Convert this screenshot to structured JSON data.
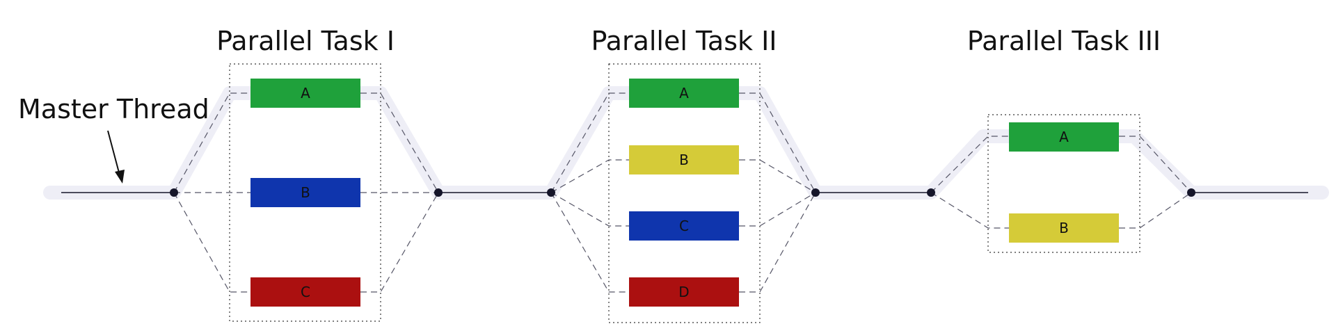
{
  "master_label": "Master Thread",
  "colors": {
    "green": "#1fa13b",
    "blue": "#0f35ad",
    "red": "#ab1010",
    "yellow": "#d5cb38",
    "dashed": "#555566",
    "node": "#15152a",
    "highlight": "#eeeef6"
  },
  "groups": [
    {
      "title": "Parallel Task I",
      "tasks": [
        {
          "label": "A",
          "color": "green"
        },
        {
          "label": "B",
          "color": "blue"
        },
        {
          "label": "C",
          "color": "red"
        }
      ]
    },
    {
      "title": "Parallel Task II",
      "tasks": [
        {
          "label": "A",
          "color": "green"
        },
        {
          "label": "B",
          "color": "yellow"
        },
        {
          "label": "C",
          "color": "blue"
        },
        {
          "label": "D",
          "color": "red"
        }
      ]
    },
    {
      "title": "Parallel Task III",
      "tasks": [
        {
          "label": "A",
          "color": "green"
        },
        {
          "label": "B",
          "color": "yellow"
        }
      ]
    }
  ]
}
